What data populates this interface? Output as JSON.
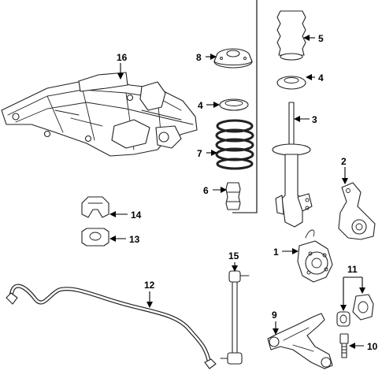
{
  "callouts": [
    {
      "id": "c1",
      "label": "1"
    },
    {
      "id": "c2",
      "label": "2"
    },
    {
      "id": "c3",
      "label": "3"
    },
    {
      "id": "c4a",
      "label": "4"
    },
    {
      "id": "c4b",
      "label": "4"
    },
    {
      "id": "c5",
      "label": "5"
    },
    {
      "id": "c6",
      "label": "6"
    },
    {
      "id": "c7",
      "label": "7"
    },
    {
      "id": "c8",
      "label": "8"
    },
    {
      "id": "c9",
      "label": "9"
    },
    {
      "id": "c10",
      "label": "10"
    },
    {
      "id": "c11",
      "label": "11"
    },
    {
      "id": "c12",
      "label": "12"
    },
    {
      "id": "c13",
      "label": "13"
    },
    {
      "id": "c14",
      "label": "14"
    },
    {
      "id": "c15",
      "label": "15"
    },
    {
      "id": "c16",
      "label": "16"
    }
  ]
}
